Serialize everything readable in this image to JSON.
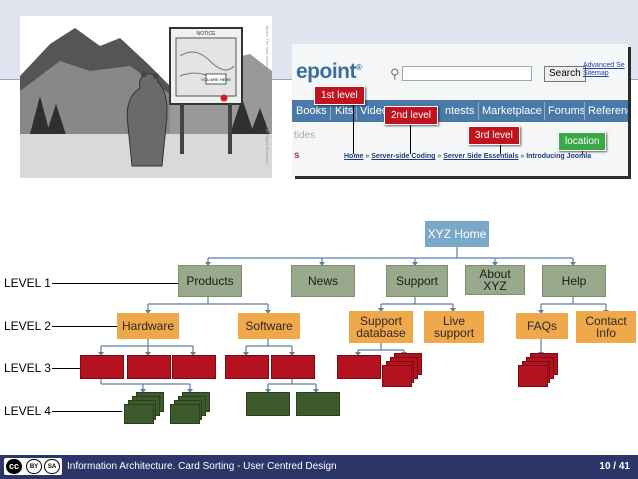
{
  "cartoon": {
    "sign_text": [
      "NOTICE",
      "YOU ARE HERE"
    ]
  },
  "website": {
    "logo": "epoint",
    "logo_mark": "®",
    "search_button": "Search",
    "advanced_search": "Advanced Se",
    "sitemap": "Sitemap",
    "nav": [
      "Books",
      "Kits",
      "Video",
      "ntests",
      "Marketplace",
      "Forums",
      "Reference"
    ],
    "side_text": "tides",
    "side_mark": "s",
    "breadcrumb": {
      "home": "Home",
      "level1": "Server-side Coding",
      "level2": "Server Side Essentials",
      "current": "Introducing Joomla",
      "separator": "»"
    },
    "tags": {
      "first": "1st level",
      "second": "2nd level",
      "third": "3rd level",
      "location": "location"
    },
    "colors": {
      "tag_red": "#c1121f",
      "tag_green": "#3aa846",
      "nav_bg": "#4a7aa8"
    }
  },
  "diagram": {
    "root": "XYZ Home",
    "levels": [
      "LEVEL 1",
      "LEVEL 2",
      "LEVEL 3",
      "LEVEL 4"
    ],
    "level1": [
      "Products",
      "News",
      "Support",
      "About XYZ",
      "Help"
    ],
    "level2": [
      "Hardware",
      "Software",
      "Support database",
      "Live support",
      "FAQs",
      "Contact Info"
    ],
    "colors": {
      "root": "#79a8c9",
      "level1": "#98a98c",
      "level2": "#efa94a",
      "level3": "#b3121e",
      "level4": "#3d5a2c"
    }
  },
  "footer": {
    "license_badge": "cc",
    "license_icons": [
      "BY",
      "SA"
    ],
    "text": "Information Architecture. Card Sorting - User Centred Design",
    "page": "10 / 41"
  }
}
